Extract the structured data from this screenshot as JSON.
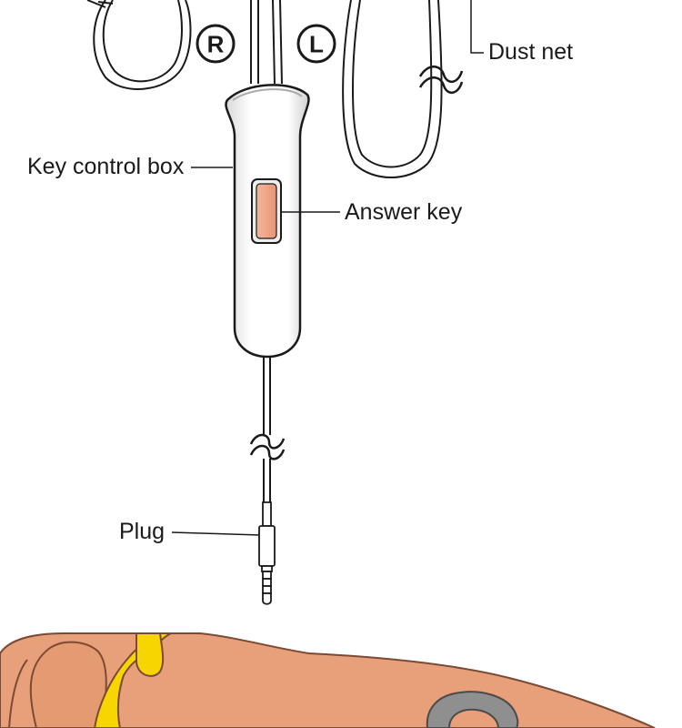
{
  "labels": {
    "dust_net": "Dust net",
    "key_control_box": "Key control box",
    "answer_key": "Answer key",
    "plug": "Plug"
  },
  "badges": {
    "right": "R",
    "left": "L"
  },
  "colors": {
    "outline": "#1a1a1a",
    "answer_key_fill": "#f0a486",
    "ear_skin": "#e8a07a",
    "ear_canal": "#f6d500",
    "ear_gray": "#8f8f8f"
  }
}
